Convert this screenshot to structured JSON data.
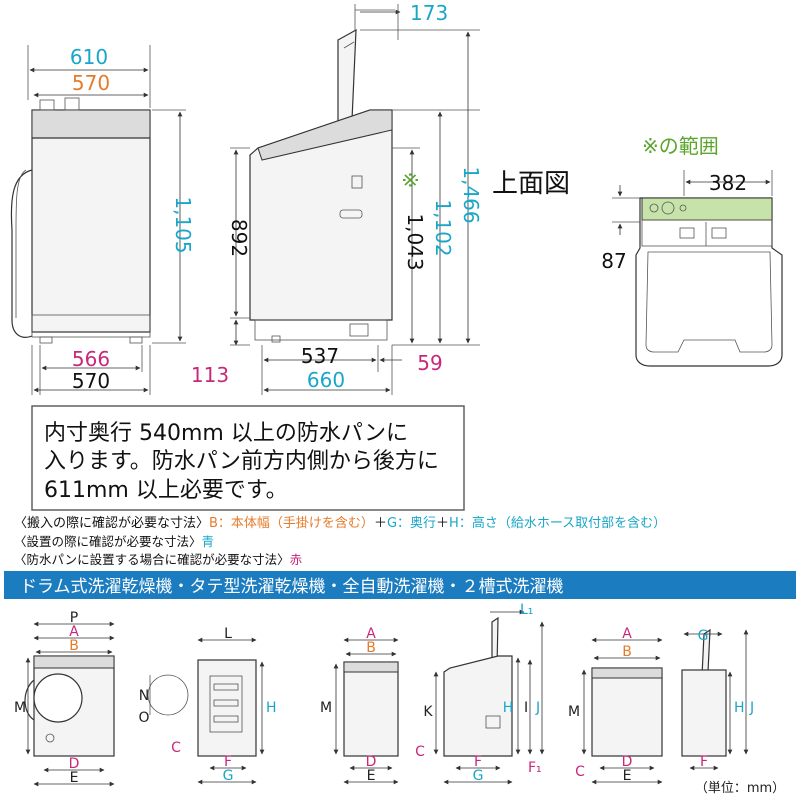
{
  "dims": {
    "front_width_outer": "610",
    "front_width_inner": "570",
    "front_height": "1,105",
    "front_base_inner": "566",
    "front_base_outer": "570",
    "side_top_offset": "173",
    "side_height_body": "892",
    "side_height_star": "1,043",
    "side_star_mark": "※",
    "side_height_mid": "1,102",
    "side_height_max": "1,466",
    "side_foot": "113",
    "side_depth_inner": "537",
    "side_back_offset": "59",
    "side_depth_outer": "660",
    "top_view_label": "上面図",
    "top_range_label": "※の範囲",
    "top_width": "382",
    "top_depth": "87"
  },
  "note_box": {
    "line1": "内寸奥行 540mm 以上の防水パンに",
    "line2": "入ります。防水パン前方内側から後方に",
    "line3": "611mm 以上必要です。"
  },
  "legend": {
    "row1_prefix": "〈搬入の際に確認が必要な寸法〉",
    "row1_b": "B：本体幅（手掛けを含む）",
    "row1_plus1": "＋",
    "row1_g": "G：奥行",
    "row1_plus2": "＋",
    "row1_h": "H：高さ（給水ホース取付部を含む）",
    "row2_prefix": "〈設置の際に確認が必要な寸法〉",
    "row2_color": "青",
    "row3_prefix": "〈防水パンに設置する場合に確認が必要な寸法〉",
    "row3_color": "赤"
  },
  "banner": {
    "title": "ドラム式洗濯乾燥機・タテ型洗濯乾燥機・全自動洗濯機・２槽式洗濯機"
  },
  "keys": {
    "P": "P",
    "A": "A",
    "B": "B",
    "M": "M",
    "D": "D",
    "E": "E",
    "L": "L",
    "N": "N",
    "O": "O",
    "H": "H",
    "C": "C",
    "F": "F",
    "G": "G",
    "K": "K",
    "I": "I",
    "J": "J",
    "L1": "L₁",
    "F1": "F₁"
  },
  "unit_note": "（単位：mm）",
  "colors": {
    "blue": "#1aa6c8",
    "orange": "#e57c2c",
    "pink": "#c8287a",
    "green": "#5aa52d",
    "banner": "#1b7cc0"
  }
}
